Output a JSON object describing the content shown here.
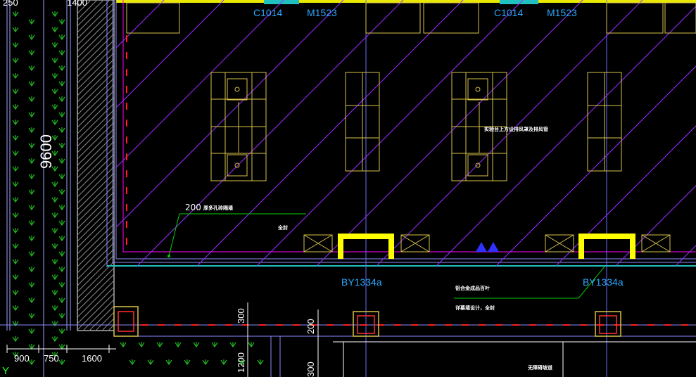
{
  "drawing": {
    "dimension_labels": {
      "top_left_a": "250",
      "top_left_b": "1400",
      "vertical_overall": "9600",
      "bottom_a": "900",
      "bottom_b": "750",
      "bottom_c": "1600",
      "vert_300_a": "300",
      "vert_200": "200",
      "vert_1200": "1200",
      "vert_300_b": "300",
      "y_axis_marker": "Y"
    },
    "window_door_tags": {
      "window_1": "C1014",
      "door_1": "M1523",
      "window_2": "C1014",
      "door_2": "M1523"
    },
    "cabinet_tags": {
      "left": "BY1334a",
      "right": "BY1334a"
    },
    "annotations": {
      "leader_200_num": "200",
      "leader_200_text": "厚多孔砖隔墙",
      "wall_note": "全封",
      "sink_note": "实验台上方设排风罩及排风管",
      "outer_note_1": "铝合金成品百叶",
      "outer_note_2": "详幕墙设计，全封",
      "bottom_note": "无障碍坡道"
    },
    "colors": {
      "background": "#000000",
      "wall": "#8a8aff",
      "hatch": "#9a2cff",
      "furniture": "#d8c24a",
      "accent_yellow": "#ffff00",
      "text_cyan": "#2aa8ff",
      "leader_green": "#00d000",
      "dashed_red": "#ff2020",
      "glass": "#20c0c0"
    }
  }
}
